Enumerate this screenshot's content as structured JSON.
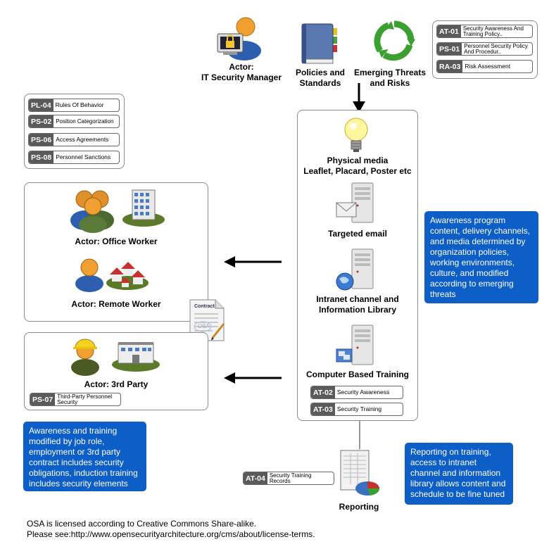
{
  "top": {
    "it_manager_label": "Actor:\nIT Security Manager",
    "policies_label": "Policies and\nStandards",
    "threats_label": "Emerging Threats\nand Risks"
  },
  "top_right_controls": [
    {
      "id": "AT-01",
      "name": "Security Awareness And Training Policy.."
    },
    {
      "id": "PS-01",
      "name": "Personnel Security Policy And Procedur.."
    },
    {
      "id": "RA-03",
      "name": "Risk Assessment"
    }
  ],
  "left_controls": [
    {
      "id": "PL-04",
      "name": "Rules Of Behavior"
    },
    {
      "id": "PS-02",
      "name": "Position Categorization"
    },
    {
      "id": "PS-06",
      "name": "Access Agreements"
    },
    {
      "id": "PS-08",
      "name": "Personnel Sanctions"
    }
  ],
  "workers": {
    "office": "Actor: Office Worker",
    "remote": "Actor: Remote Worker",
    "contract": "Contract",
    "contract_stamp": "OSA"
  },
  "third_party": {
    "label": "Actor: 3rd Party",
    "control": {
      "id": "PS-07",
      "name": "Third-Party Personnel Security"
    }
  },
  "channels": {
    "physical": "Physical media\nLeaflet, Placard, Poster etc",
    "email": "Targeted email",
    "intranet": "Intranet channel and\nInformation Library",
    "cbt": "Computer Based Training",
    "controls": [
      {
        "id": "AT-02",
        "name": "Security Awareness"
      },
      {
        "id": "AT-03",
        "name": "Security Training"
      }
    ]
  },
  "notes": {
    "awareness": "Awareness program content, delivery channels, and media determined by organization policies, working environments, culture, and modified according to emerging threats",
    "role": "Awareness and training modified by job role, employment or 3rd party contract includes security obligations, induction training includes security elements",
    "reporting": "Reporting on training, access to intranet channel and information library allows content and schedule to be fine tuned"
  },
  "reporting": {
    "label": "Reporting",
    "control": {
      "id": "AT-04",
      "name": "Security Training Records"
    }
  },
  "footer": {
    "line1": "OSA is licensed according to Creative Commons Share-alike.",
    "line2": "Please see:http://www.opensecurityarchitecture.org/cms/about/license-terms."
  },
  "colors": {
    "note_blue": "#0d5fc7",
    "control_id_bg": "#5a5a5a",
    "panel_border": "#8c8c8c"
  }
}
